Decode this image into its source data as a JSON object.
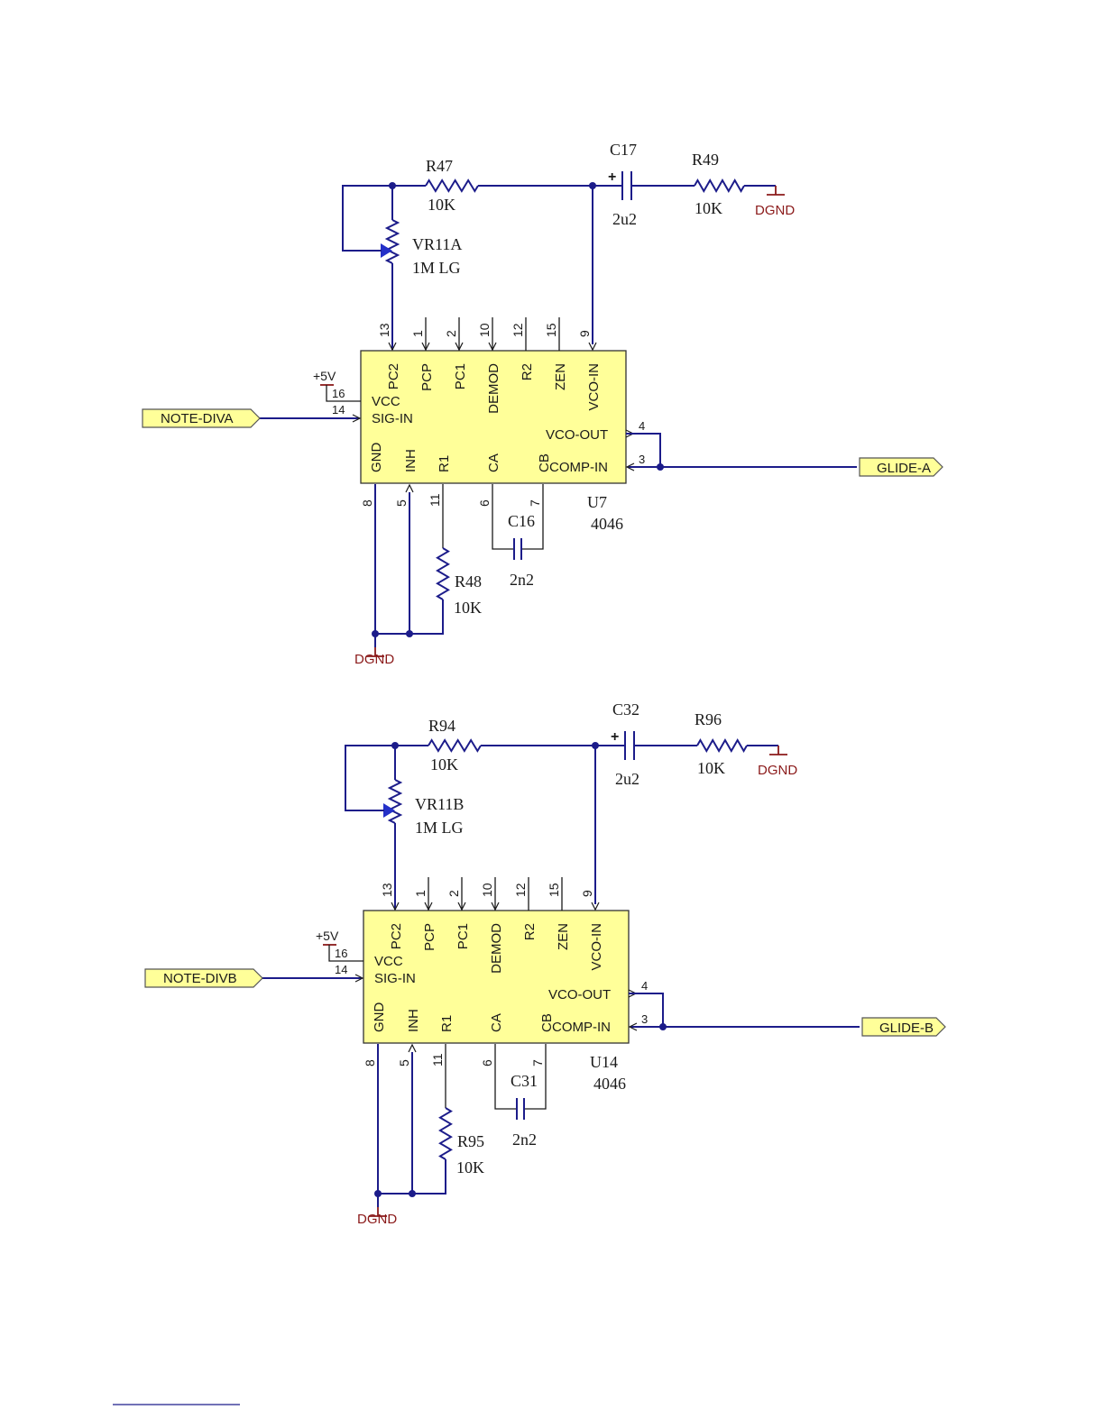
{
  "circuits": [
    {
      "resistor_top": {
        "ref": "R47",
        "value": "10K"
      },
      "capacitor_top": {
        "ref": "C17",
        "value": "2u2",
        "polarity": "+"
      },
      "resistor_right": {
        "ref": "R49",
        "value": "10K"
      },
      "pot": {
        "ref": "VR11A",
        "value": "1M LG"
      },
      "ic": {
        "ref": "U7",
        "part": "4046",
        "top_pins": [
          {
            "num": "13",
            "name": "PC2"
          },
          {
            "num": "1",
            "name": "PCP"
          },
          {
            "num": "2",
            "name": "PC1"
          },
          {
            "num": "10",
            "name": "DEMOD"
          },
          {
            "num": "12",
            "name": "R2"
          },
          {
            "num": "15",
            "name": "ZEN"
          },
          {
            "num": "9",
            "name": "VCO-IN"
          }
        ],
        "bottom_pins": [
          {
            "num": "8",
            "name": "GND"
          },
          {
            "num": "5",
            "name": "INH"
          },
          {
            "num": "11",
            "name": "R1"
          },
          {
            "num": "6",
            "name": "CA"
          },
          {
            "num": "7",
            "name": "CB"
          }
        ],
        "left_pins": [
          {
            "num": "16",
            "name": "VCC"
          },
          {
            "num": "14",
            "name": "SIG-IN"
          }
        ],
        "right_pins": [
          {
            "num": "4",
            "name": "VCO-OUT"
          },
          {
            "num": "3",
            "name": "COMP-IN"
          }
        ]
      },
      "supply_label": "+5V",
      "input_port": "NOTE-DIVA",
      "output_port": "GLIDE-A",
      "cap_bottom": {
        "ref": "C16",
        "value": "2n2"
      },
      "resistor_bottom": {
        "ref": "R48",
        "value": "10K"
      },
      "ground_label": "DGND"
    },
    {
      "resistor_top": {
        "ref": "R94",
        "value": "10K"
      },
      "capacitor_top": {
        "ref": "C32",
        "value": "2u2",
        "polarity": "+"
      },
      "resistor_right": {
        "ref": "R96",
        "value": "10K"
      },
      "pot": {
        "ref": "VR11B",
        "value": "1M LG"
      },
      "ic": {
        "ref": "U14",
        "part": "4046",
        "top_pins": [
          {
            "num": "13",
            "name": "PC2"
          },
          {
            "num": "1",
            "name": "PCP"
          },
          {
            "num": "2",
            "name": "PC1"
          },
          {
            "num": "10",
            "name": "DEMOD"
          },
          {
            "num": "12",
            "name": "R2"
          },
          {
            "num": "15",
            "name": "ZEN"
          },
          {
            "num": "9",
            "name": "VCO-IN"
          }
        ],
        "bottom_pins": [
          {
            "num": "8",
            "name": "GND"
          },
          {
            "num": "5",
            "name": "INH"
          },
          {
            "num": "11",
            "name": "R1"
          },
          {
            "num": "6",
            "name": "CA"
          },
          {
            "num": "7",
            "name": "CB"
          }
        ],
        "left_pins": [
          {
            "num": "16",
            "name": "VCC"
          },
          {
            "num": "14",
            "name": "SIG-IN"
          }
        ],
        "right_pins": [
          {
            "num": "4",
            "name": "VCO-OUT"
          },
          {
            "num": "3",
            "name": "COMP-IN"
          }
        ]
      },
      "supply_label": "+5V",
      "input_port": "NOTE-DIVB",
      "output_port": "GLIDE-B",
      "cap_bottom": {
        "ref": "C31",
        "value": "2n2"
      },
      "resistor_bottom": {
        "ref": "R95",
        "value": "10K"
      },
      "ground_label": "DGND"
    }
  ],
  "colors": {
    "wire": "#1c1c8a",
    "chip": "#ffff99",
    "ground": "#8b1a1a"
  }
}
